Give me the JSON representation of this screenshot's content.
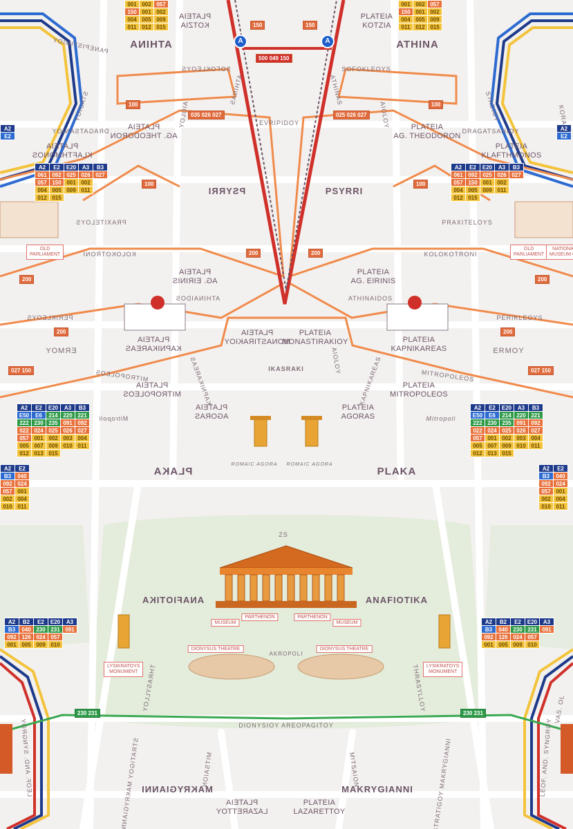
{
  "labels": {
    "athina": "ATHINA",
    "athina_mirror": "ATHINA",
    "kotzia": "PLATEIA\nKOTZIA",
    "kotzia_mirror": "PLATEIA\nKOTZIA",
    "sofokleous": "SOFOKLEOYS",
    "sofokleous_mirror": "SOFOKLEOYS",
    "stadiou": "STADIOY",
    "stadiou_mirror": "STADIOY",
    "ag_theodoron": "PLATEIA\nAG. THEODORON",
    "ag_theodoron_mirror": "PLATEIA\nAG. THEODORON",
    "klafthmonos": "PLATEIA\nKLAFTHMONOS",
    "klafthmonos_mirror": "PLATEIA\nKLAFTHMONOS",
    "dragatsaniou": "DRAGATSANIOY",
    "dragatsaniou_mirror": "DRAGATSANIOY",
    "aiolou": "AIOLOY",
    "aiolou_mirror": "AIOLOY",
    "evripidou": "EVRIPIDOY",
    "psyrri": "PSYRRI",
    "psyrri_mirror": "PSYRRI",
    "praxitelous": "PRAXITELOYS",
    "praxitelous_mirror": "PRAXITELOYS",
    "kolokotroni": "KOLOKOTRONI",
    "kolokotroni_mirror": "KOLOKOTRONI",
    "old_parliament": "OLD\nPARLIAMENT",
    "old_parliament_mirror": "OLD\nPARLIAMENT",
    "national_museum": "NATIONAL\nMUSEUM OF",
    "ag_eirinis": "PLATEIA\nAG. EIRINIS",
    "ag_eirinis_mirror": "PLATEIA\nAG. EIRINIS",
    "athinaidos": "ATHINAIDOS",
    "athinaidos_mirror": "ATHINAIDOS",
    "perikleous": "PERIKLEOYS",
    "perikleous_mirror": "PERIKLEOYS",
    "ermou": "ERMOY",
    "ermou_mirror": "ERMOY",
    "kapnikareas": "PLATEIA\nKAPNIKAREAS",
    "kapnikareas_mirror": "PLATEIA\nKAPNIKAREAS",
    "monastiraki": "PLATEIA\nMONASTIRAKIOY",
    "monastiraki_mirror": "PLATEIA\nMONASTIRAKIOY",
    "mitropoleos_street": "MITROPOLEOS",
    "mitropoleos_street_mirror": "MITROPOLEOS",
    "mitropoleos": "PLATEIA\nMITROPOLEOS",
    "mitropoleos_mirror": "PLATEIA\nMITROPOLEOS",
    "mitropoli": "Mitropoli",
    "mitropoli_mirror": "Mitropoli",
    "kapnikareas_street": "KAPNIKAREAS",
    "kapnikareas_street_mirror": "KAPNIKAREAS",
    "agoras": "PLATEIA\nAGORAS",
    "agoras_mirror": "PLATEIA\nAGORAS",
    "plaka": "PLAKA",
    "plaka_mirror": "PLAKA",
    "iksraki": "IKASRAKI",
    "romaic_agora": "ROMAIC AGORA",
    "romaic_agora_mirror": "ROMAIC AGORA",
    "anafiotika": "ANAFIOTIKA",
    "anafiotika_mirror": "ANAFIOTIKA",
    "parthenon": "PARTHENON",
    "parthenon_mirror": "PARTHENON",
    "museum": "MUSEUM",
    "museum_mirror": "MUSEUM",
    "dionysus": "DIONYSUS THEATRE",
    "dionysus_mirror": "DIONYSUS THEATRE",
    "acropoli": "AKROPOLI",
    "lysikratous": "LYSIKRATOYS\nMONUMENT",
    "lysikratous_mirror": "LYSIKRATOYS\nMONUMENT",
    "thrasyllou": "THRASYLLOY",
    "thrasyllou_mirror": "THRASYLLOY",
    "dionysiou": "DIONYSIOY AREOPAGITOY",
    "makrygianni": "MAKRYGIANNI",
    "makrygianni_mirror": "MAKRYGIANNI",
    "lazaretou": "PLATEIA\nLAZARETTOY",
    "lazaretou_mirror": "PLATEIA\nLAZARETTOY",
    "mitsaion": "MITSAION",
    "mitsaion_mirror": "MITSAION",
    "syngrou": "LEOF. AND. SYNGROY",
    "syngrou_mirror": "LEOF. AND. SYNGROY",
    "strat_makrygianni": "STRATIGOY MAKRYGIANNI",
    "strat_makrygianni_mirror": "STRATIGOY MAKRYGIANNI",
    "panepistimiou": "PANEPISTIMIOY",
    "vas_ol": "VAS. OL",
    "korai": "KORAI",
    "eolou": "AIOLOY",
    "athinas": "ATHINAS",
    "athinas_mirror": "ATHINAS",
    "zs": "ZS"
  },
  "routes": {
    "r150": "150",
    "r150m": "150",
    "r_top": "500 049 150",
    "r100": "100",
    "r100m": "100",
    "r_center_l": "035 026 027",
    "r_center_r": "025 026 027",
    "r100b": "100",
    "r100bm": "100",
    "r200": "200",
    "r200m": "200",
    "r200b": "200",
    "r200bm": "200",
    "r200c": "200",
    "r200cm": "200",
    "r_left_mid": "027 150",
    "r_right_mid": "027 150",
    "r230": "230 231",
    "r230m": "230 231",
    "metro_a": "A",
    "metro_a2": "A"
  },
  "grids": {
    "kotzia": [
      [
        "001",
        "002",
        "057"
      ],
      [
        "150",
        "001",
        "002"
      ],
      [
        "004",
        "005",
        "009"
      ],
      [
        "011",
        "012",
        "015"
      ]
    ],
    "kotzia_mirror": [
      [
        "001",
        "002",
        "057"
      ],
      [
        "150",
        "001",
        "002"
      ],
      [
        "004",
        "005",
        "009"
      ],
      [
        "011",
        "012",
        "015"
      ]
    ],
    "klafthmonos": [
      [
        "A2",
        "E2",
        "E20",
        "A3",
        "B3"
      ],
      [
        "061",
        "092",
        "025",
        "026",
        "027"
      ],
      [
        "057",
        "150",
        "001",
        "002"
      ],
      [
        "004",
        "005",
        "009",
        "011"
      ],
      [
        "012",
        "015"
      ]
    ],
    "klafthmonos_mirror": [
      [
        "A2",
        "E2",
        "E20",
        "A3",
        "B3"
      ],
      [
        "061",
        "092",
        "025",
        "026",
        "027"
      ],
      [
        "057",
        "150",
        "001",
        "002"
      ],
      [
        "004",
        "005",
        "009",
        "011"
      ],
      [
        "012",
        "015"
      ]
    ],
    "mitropoleos": [
      [
        "A2",
        "E2",
        "E20",
        "A3",
        "B3"
      ],
      [
        "E50",
        "E6",
        "214",
        "220",
        "221"
      ],
      [
        "222",
        "230",
        "235",
        "091",
        "092"
      ],
      [
        "022",
        "024",
        "025",
        "026",
        "027"
      ],
      [
        "057",
        "001",
        "002",
        "003",
        "004"
      ],
      [
        "005",
        "007",
        "009",
        "010",
        "011"
      ],
      [
        "012",
        "013",
        "015"
      ]
    ],
    "mitropoleos_mirror": [
      [
        "A2",
        "E2",
        "E20",
        "A3",
        "B3"
      ],
      [
        "E50",
        "E6",
        "214",
        "220",
        "221"
      ],
      [
        "222",
        "230",
        "235",
        "091",
        "092"
      ],
      [
        "022",
        "024",
        "025",
        "026",
        "027"
      ],
      [
        "057",
        "001",
        "002",
        "003",
        "004"
      ],
      [
        "005",
        "007",
        "009",
        "010",
        "011"
      ],
      [
        "012",
        "013",
        "015"
      ]
    ],
    "edge_right": [
      [
        "A2",
        "E2"
      ],
      [
        "B3",
        "040"
      ],
      [
        "092",
        "024"
      ],
      [
        "057",
        "001"
      ],
      [
        "002",
        "004"
      ],
      [
        "010",
        "011"
      ]
    ],
    "edge_left": [
      [
        "A2",
        "E2"
      ],
      [
        "B3",
        "040"
      ],
      [
        "092",
        "024"
      ],
      [
        "057",
        "001"
      ],
      [
        "002",
        "004"
      ],
      [
        "010",
        "011"
      ]
    ],
    "anafiotika": [
      [
        "A2",
        "B2",
        "E2",
        "E20",
        "A3"
      ],
      [
        "B3",
        "040",
        "230",
        "231",
        "091"
      ],
      [
        "092",
        "126",
        "024",
        "057"
      ],
      [
        "001",
        "005",
        "009",
        "010"
      ]
    ],
    "anafiotika_mirror": [
      [
        "A2",
        "B2",
        "E2",
        "E20",
        "A3"
      ],
      [
        "B3",
        "040",
        "230",
        "231",
        "091"
      ],
      [
        "092",
        "126",
        "024",
        "057"
      ],
      [
        "001",
        "005",
        "009",
        "010"
      ]
    ],
    "far_left": [
      [
        "A2"
      ],
      [
        "E2"
      ]
    ],
    "far_right": [
      [
        "A2"
      ],
      [
        "E2"
      ]
    ]
  },
  "colors": {
    "road": "#ffffff",
    "bus": "#f08a4b",
    "metro_red": "#d0302a",
    "trolley_blue": "#1e3a8a",
    "tram_green": "#39a851",
    "park": "#e4ecdc"
  }
}
